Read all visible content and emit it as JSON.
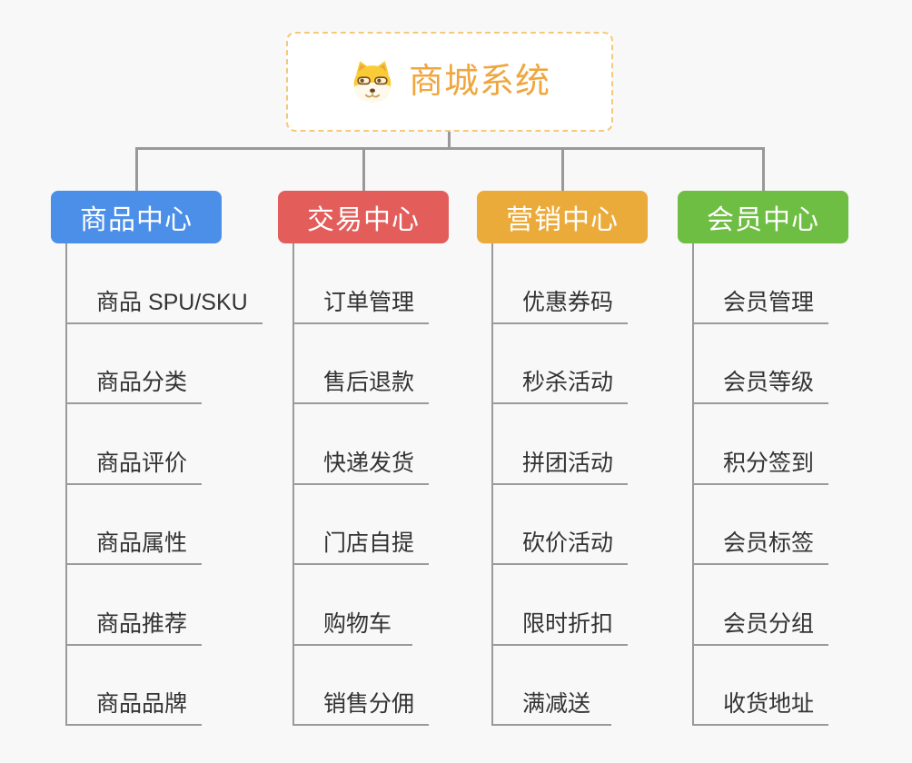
{
  "root": {
    "title": "商城系统",
    "icon": "doge-icon",
    "title_color": "#F0A63F",
    "border_color": "#F6C87A"
  },
  "connector_color": "#999999",
  "background_color": "#F8F8F8",
  "branches": [
    {
      "label": "商品中心",
      "color": "#4B8FE8",
      "children": [
        "商品 SPU/SKU",
        "商品分类",
        "商品评价",
        "商品属性",
        "商品推荐",
        "商品品牌"
      ]
    },
    {
      "label": "交易中心",
      "color": "#E35D5B",
      "children": [
        "订单管理",
        "售后退款",
        "快递发货",
        "门店自提",
        "购物车",
        "销售分佣"
      ]
    },
    {
      "label": "营销中心",
      "color": "#EBAB3B",
      "children": [
        "优惠券码",
        "秒杀活动",
        "拼团活动",
        "砍价活动",
        "限时折扣",
        "满减送"
      ]
    },
    {
      "label": "会员中心",
      "color": "#6EBE44",
      "children": [
        "会员管理",
        "会员等级",
        "积分签到",
        "会员标签",
        "会员分组",
        "收货地址"
      ]
    }
  ]
}
